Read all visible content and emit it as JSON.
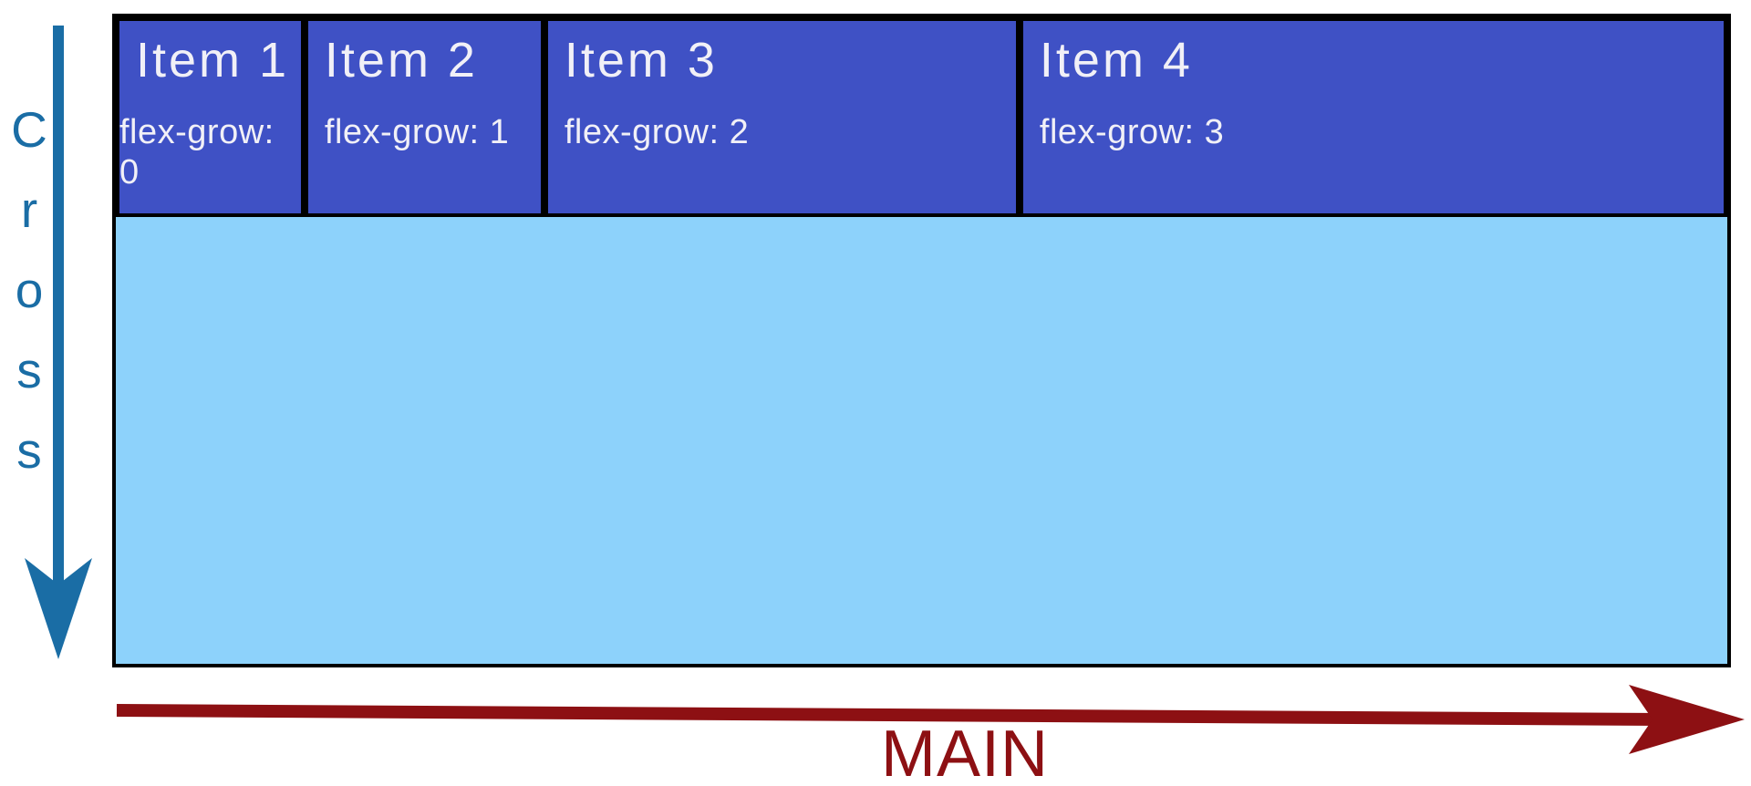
{
  "diagram": {
    "container": {
      "items": [
        {
          "title": "Item 1",
          "property": "flex-grow: 0"
        },
        {
          "title": "Item 2",
          "property": "flex-grow: 1"
        },
        {
          "title": "Item 3",
          "property": "flex-grow: 2"
        },
        {
          "title": "Item 4",
          "property": "flex-grow: 3"
        }
      ]
    },
    "axes": {
      "cross": {
        "label": "Cross",
        "letters": [
          "C",
          "r",
          "o",
          "s",
          "s"
        ],
        "direction": "down"
      },
      "main": {
        "label": "MAIN",
        "direction": "right"
      }
    },
    "colors": {
      "item_fill": "#3f51c5",
      "container_fill": "#8dd2fb",
      "item_text": "#f1f0f7",
      "cross_axis": "#1a6da5",
      "main_axis": "#8d1013",
      "border": "#000000"
    }
  }
}
